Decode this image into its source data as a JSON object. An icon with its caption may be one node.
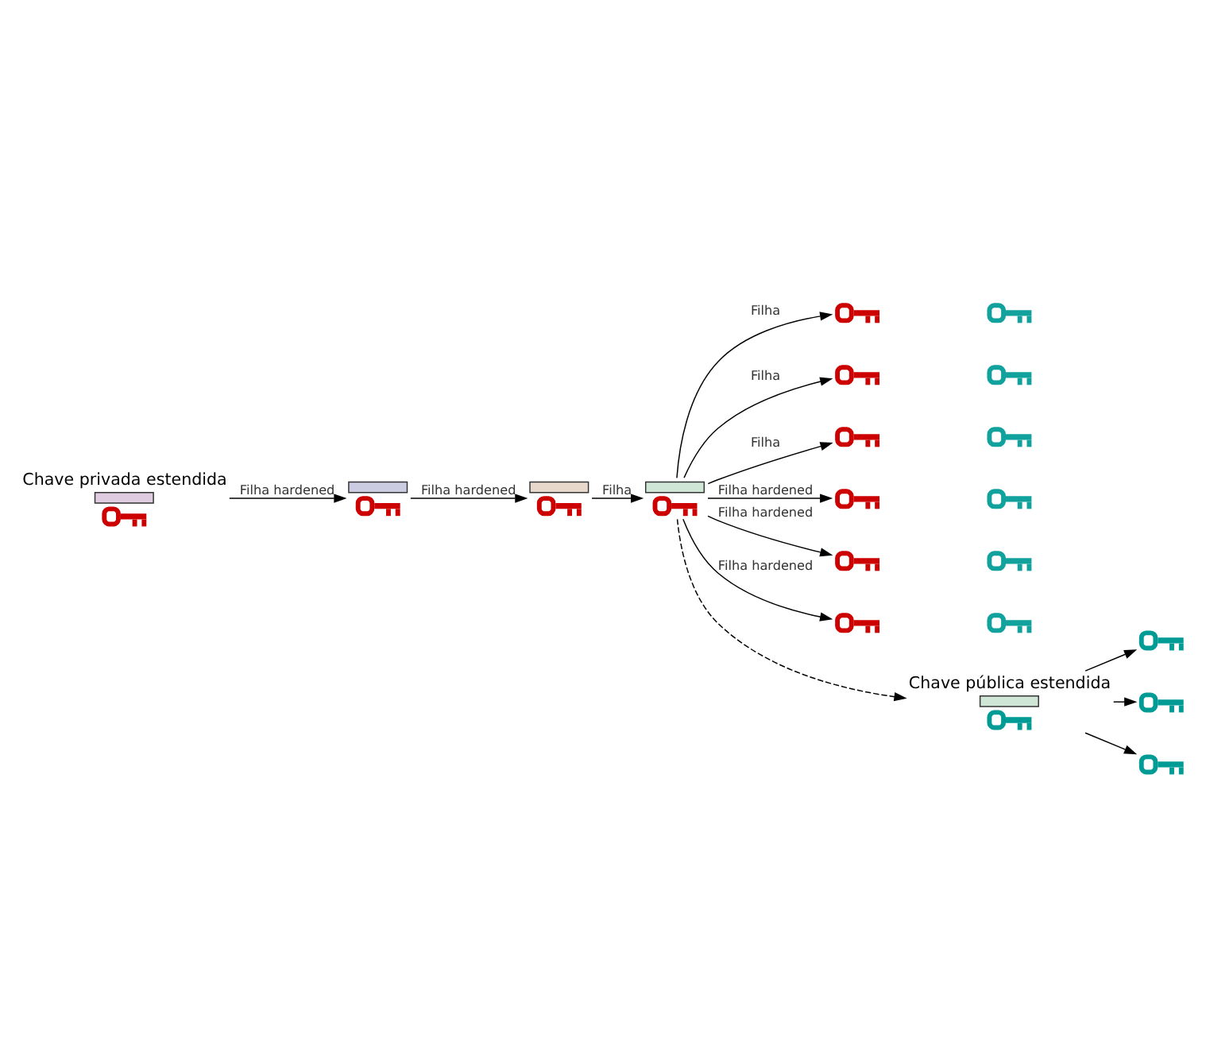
{
  "diagram": {
    "nodes": [
      {
        "text": [
          "Chave privada estendida"
        ]
      },
      {
        "text": [],
        "shape": "picture"
      },
      {
        "text": [],
        "shape": "picture"
      },
      {
        "text": [],
        "shape": "picture"
      },
      {
        "text": [
          "Chave pública estendida"
        ]
      },
      {
        "text": [],
        "shape": "picture"
      },
      {
        "text": [],
        "shape": "picture"
      },
      {
        "text": [],
        "shape": "picture"
      },
      {
        "text": [],
        "shape": "picture"
      },
      {
        "text": [],
        "shape": "picture"
      },
      {
        "text": [],
        "shape": "picture"
      },
      {
        "text": [],
        "shape": "picture"
      },
      {
        "text": [],
        "shape": "picture"
      },
      {
        "text": [],
        "shape": "picture"
      },
      {
        "text": [],
        "shape": "picture"
      },
      {
        "text": [],
        "shape": "picture"
      },
      {
        "text": [],
        "shape": "picture"
      },
      {
        "text": [],
        "shape": "picture"
      },
      {
        "text": [],
        "shape": "picture"
      },
      {
        "text": [],
        "shape": "picture"
      }
    ],
    "edges": [
      {
        "from": 0,
        "to": 1,
        "arrow": "to",
        "label": "Filha hardened"
      },
      {
        "from": 1,
        "to": 2,
        "arrow": "to",
        "label": "Filha hardened"
      },
      {
        "from": 2,
        "to": 3,
        "arrow": "to",
        "label": "Filha"
      },
      {
        "from": 3,
        "to": 4,
        "arrow": "to",
        "style": "dashed"
      },
      {
        "from": 3,
        "to": 5,
        "arrow": "to",
        "label": "Filha"
      },
      {
        "from": 3,
        "to": 8,
        "arrow": "to",
        "label": "Filha"
      },
      {
        "from": 3,
        "to": 11,
        "arrow": "to",
        "label": "Filha"
      },
      {
        "from": 3,
        "to": 14,
        "arrow": "to",
        "label": "Filha hardened"
      },
      {
        "from": 3,
        "to": 16,
        "arrow": "to",
        "label": "Filha hardened"
      },
      {
        "from": 3,
        "to": 18,
        "arrow": "to",
        "label": "Filha hardened"
      },
      {
        "from": 4,
        "to": 7,
        "arrow": "to"
      },
      {
        "from": 4,
        "to": 10,
        "arrow": "to"
      },
      {
        "from": 4,
        "to": 13,
        "arrow": "to"
      }
    ]
  }
}
